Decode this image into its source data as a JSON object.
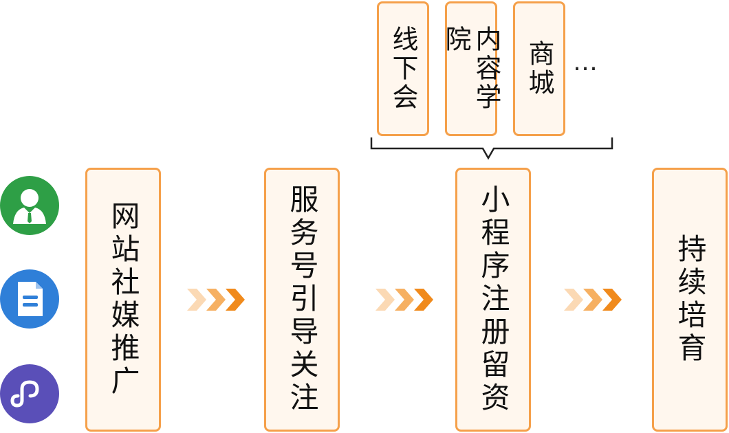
{
  "steps": [
    {
      "label": "网站社媒推广"
    },
    {
      "label": "服务号引导关注"
    },
    {
      "label": "小程序注册留资"
    },
    {
      "label": "持续培育"
    }
  ],
  "channels": [
    {
      "label": "线下会",
      "lines": [
        "线下会"
      ]
    },
    {
      "label": "内容学院",
      "lines": [
        "内容学院"
      ]
    },
    {
      "label": "商城",
      "lines": [
        "商城"
      ]
    }
  ],
  "more_label": "…",
  "icons": [
    {
      "name": "user-icon",
      "color": "#2e9f46"
    },
    {
      "name": "document-icon",
      "color": "#2f7fd8"
    },
    {
      "name": "mini-program-icon",
      "color": "#5a4fb8"
    }
  ],
  "colors": {
    "box_border": "#f5a04a",
    "box_fill": "#fff7ee",
    "arrow_dark": "#f08a1c",
    "arrow_light": "#f8c48a"
  }
}
